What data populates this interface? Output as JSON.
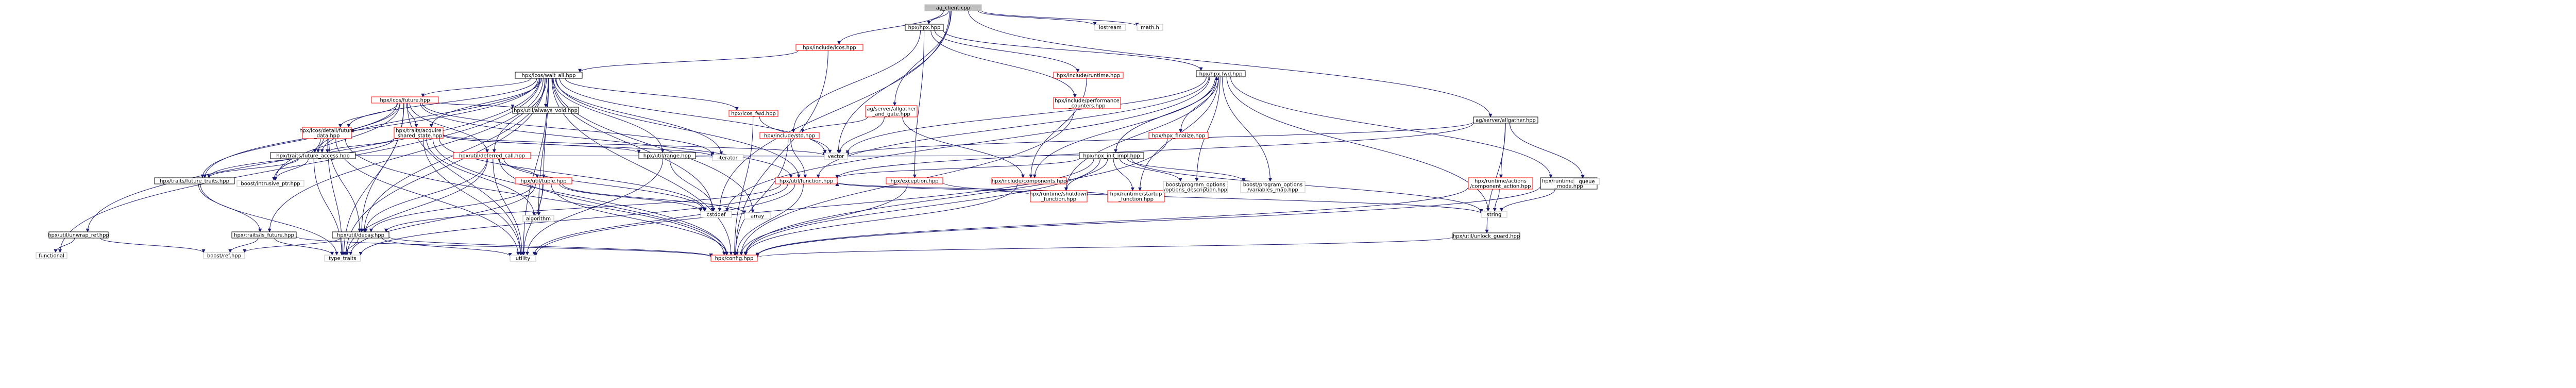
{
  "colors": {
    "edge": "#191970",
    "black": "#000000",
    "red": "#ff0000",
    "gray": "#bfbfbf"
  },
  "nodes": [
    {
      "id": "ag_client",
      "lines": [
        "ag_client.cpp"
      ],
      "c": "gray"
    },
    {
      "id": "hpx_hpp",
      "lines": [
        "hpx/hpx.hpp"
      ],
      "c": "black"
    },
    {
      "id": "iostream",
      "lines": [
        "iostream"
      ],
      "c": "gray"
    },
    {
      "id": "math_h",
      "lines": [
        "math.h"
      ],
      "c": "gray"
    },
    {
      "id": "lcos_hpp",
      "lines": [
        "hpx/include/lcos.hpp"
      ],
      "c": "red"
    },
    {
      "id": "wait_all",
      "lines": [
        "hpx/lcos/wait_all.hpp"
      ],
      "c": "black"
    },
    {
      "id": "runtime_inc",
      "lines": [
        "hpx/include/runtime.hpp"
      ],
      "c": "red"
    },
    {
      "id": "perf_counters",
      "lines": [
        "hpx/include/performance",
        "_counters.hpp"
      ],
      "c": "red"
    },
    {
      "id": "allgather_gate",
      "lines": [
        "ag/server/allgather",
        "_and_gate.hpp"
      ],
      "c": "red"
    },
    {
      "id": "hpx_fwd",
      "lines": [
        "hpx/hpx.fwd.hpp"
      ],
      "c": "black"
    },
    {
      "id": "allgather_hpp",
      "lines": [
        "ag/server/allgather.hpp"
      ],
      "c": "black"
    },
    {
      "id": "lcos_future",
      "lines": [
        "hpx/lcos/future.hpp"
      ],
      "c": "red"
    },
    {
      "id": "is_void",
      "lines": [
        "hpx/util/always_void.hpp"
      ],
      "c": "black"
    },
    {
      "id": "lcos_fwd",
      "lines": [
        "hpx/lcos_fwd.hpp"
      ],
      "c": "red"
    },
    {
      "id": "std_hpp",
      "lines": [
        "hpx/include/std.hpp"
      ],
      "c": "red"
    },
    {
      "id": "hpx_finalize",
      "lines": [
        "hpx/hpx_finalize.hpp"
      ],
      "c": "red"
    },
    {
      "id": "hpx_init_impl",
      "lines": [
        "hpx/hpx_init_impl.hpp"
      ],
      "c": "black"
    },
    {
      "id": "future_data",
      "lines": [
        "hpx/lcos/detail/future",
        "_data.hpp"
      ],
      "c": "red"
    },
    {
      "id": "acquire_state",
      "lines": [
        "hpx/traits/acquire",
        "_shared_state.hpp"
      ],
      "c": "red"
    },
    {
      "id": "future_access",
      "lines": [
        "hpx/traits/future_access.hpp"
      ],
      "c": "black"
    },
    {
      "id": "deferred_call",
      "lines": [
        "hpx/util/deferred_call.hpp"
      ],
      "c": "red"
    },
    {
      "id": "range_hpp",
      "lines": [
        "hpx/util/range.hpp"
      ],
      "c": "black"
    },
    {
      "id": "iterator",
      "lines": [
        "iterator"
      ],
      "c": "gray"
    },
    {
      "id": "components_hpp",
      "lines": [
        "hpx/include/components.hpp"
      ],
      "c": "red"
    },
    {
      "id": "util_function",
      "lines": [
        "hpx/util/function.hpp"
      ],
      "c": "red"
    },
    {
      "id": "exception",
      "lines": [
        "hpx/exception.hpp"
      ],
      "c": "red"
    },
    {
      "id": "shutdown_fn",
      "lines": [
        "hpx/runtime/shutdown",
        "_function.hpp"
      ],
      "c": "red"
    },
    {
      "id": "startup_fn",
      "lines": [
        "hpx/runtime/startup",
        "_function.hpp"
      ],
      "c": "red"
    },
    {
      "id": "opt_desc",
      "lines": [
        "boost/program_options",
        "/options_description.hpp"
      ],
      "c": "gray"
    },
    {
      "id": "var_map",
      "lines": [
        "boost/program_options",
        "/variables_map.hpp"
      ],
      "c": "gray"
    },
    {
      "id": "comp_action",
      "lines": [
        "hpx/runtime/actions",
        "/component_action.hpp"
      ],
      "c": "red"
    },
    {
      "id": "runtime_mode",
      "lines": [
        "hpx/runtime/runtime",
        "_mode.hpp"
      ],
      "c": "black"
    },
    {
      "id": "queue",
      "lines": [
        "queue"
      ],
      "c": "gray"
    },
    {
      "id": "future_traits",
      "lines": [
        "hpx/traits/future_traits.hpp"
      ],
      "c": "black"
    },
    {
      "id": "intrusive_ptr",
      "lines": [
        "boost/intrusive_ptr.hpp"
      ],
      "c": "gray"
    },
    {
      "id": "tuple_hpp",
      "lines": [
        "hpx/util/tuple.hpp"
      ],
      "c": "red"
    },
    {
      "id": "vector",
      "lines": [
        "vector"
      ],
      "c": "gray"
    },
    {
      "id": "cstddef",
      "lines": [
        "cstddef"
      ],
      "c": "gray"
    },
    {
      "id": "algorithm",
      "lines": [
        "algorithm"
      ],
      "c": "gray"
    },
    {
      "id": "array",
      "lines": [
        "array"
      ],
      "c": "gray"
    },
    {
      "id": "string",
      "lines": [
        "string"
      ],
      "c": "gray"
    },
    {
      "id": "unlock_guard",
      "lines": [
        "hpx/util/unlock_guard.hpp"
      ],
      "c": "black"
    },
    {
      "id": "unwrap_ref",
      "lines": [
        "hpx/util/unwrap_ref.hpp"
      ],
      "c": "black"
    },
    {
      "id": "is_future",
      "lines": [
        "hpx/traits/is_future.hpp"
      ],
      "c": "black"
    },
    {
      "id": "decay_hpp",
      "lines": [
        "hpx/util/decay.hpp"
      ],
      "c": "black"
    },
    {
      "id": "functional",
      "lines": [
        "functional"
      ],
      "c": "gray"
    },
    {
      "id": "boost_ref",
      "lines": [
        "boost/ref.hpp"
      ],
      "c": "gray"
    },
    {
      "id": "type_traits",
      "lines": [
        "type_traits"
      ],
      "c": "gray"
    },
    {
      "id": "utility",
      "lines": [
        "utility"
      ],
      "c": "gray"
    },
    {
      "id": "config_hpp",
      "lines": [
        "hpx/config.hpp"
      ],
      "c": "red"
    }
  ]
}
